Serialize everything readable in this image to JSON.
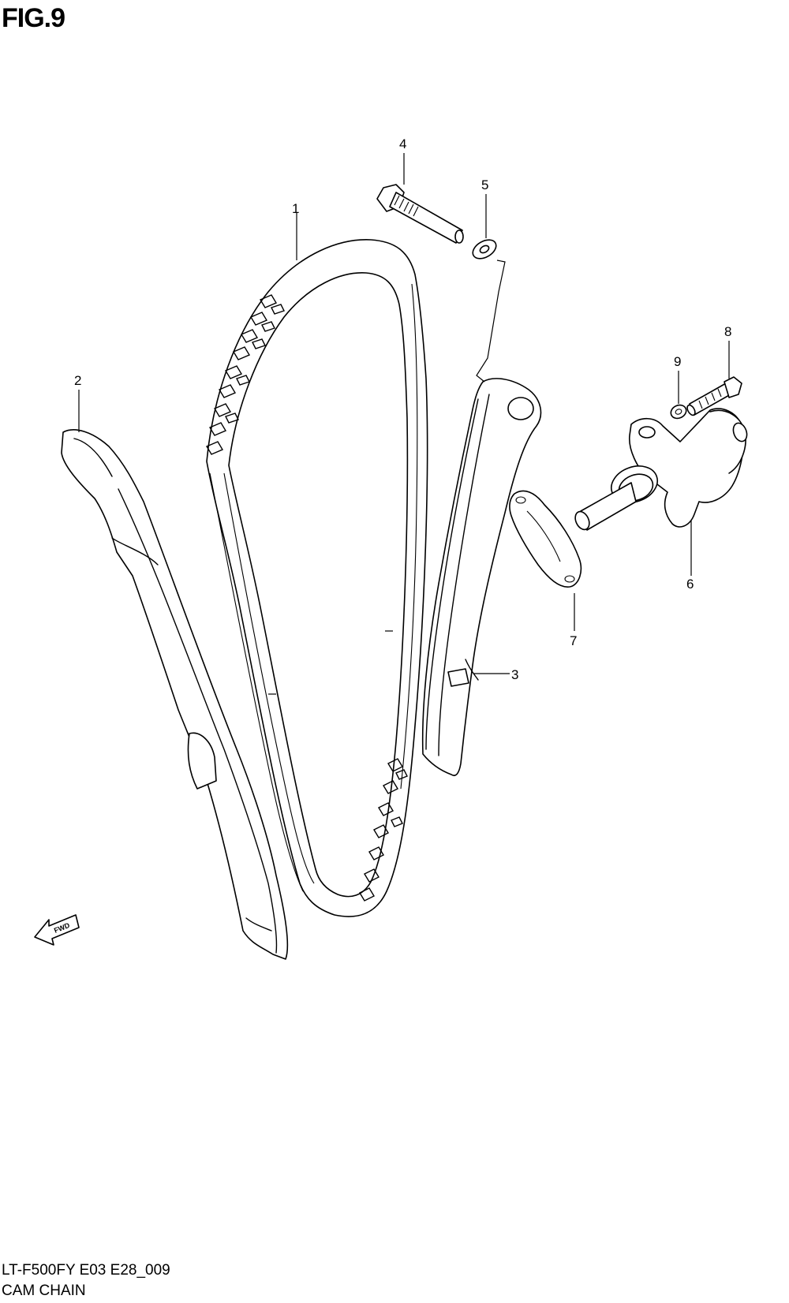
{
  "figure": {
    "title": "FIG.9"
  },
  "callouts": [
    {
      "id": "1",
      "label": "1"
    },
    {
      "id": "2",
      "label": "2"
    },
    {
      "id": "3",
      "label": "3"
    },
    {
      "id": "4",
      "label": "4"
    },
    {
      "id": "5",
      "label": "5"
    },
    {
      "id": "6",
      "label": "6"
    },
    {
      "id": "7",
      "label": "7"
    },
    {
      "id": "8",
      "label": "8"
    },
    {
      "id": "9",
      "label": "9"
    }
  ],
  "direction_marker": {
    "label": "FWD"
  },
  "footer": {
    "model_code": "LT-F500FY E03 E28_009",
    "section_name": "CAM CHAIN"
  }
}
